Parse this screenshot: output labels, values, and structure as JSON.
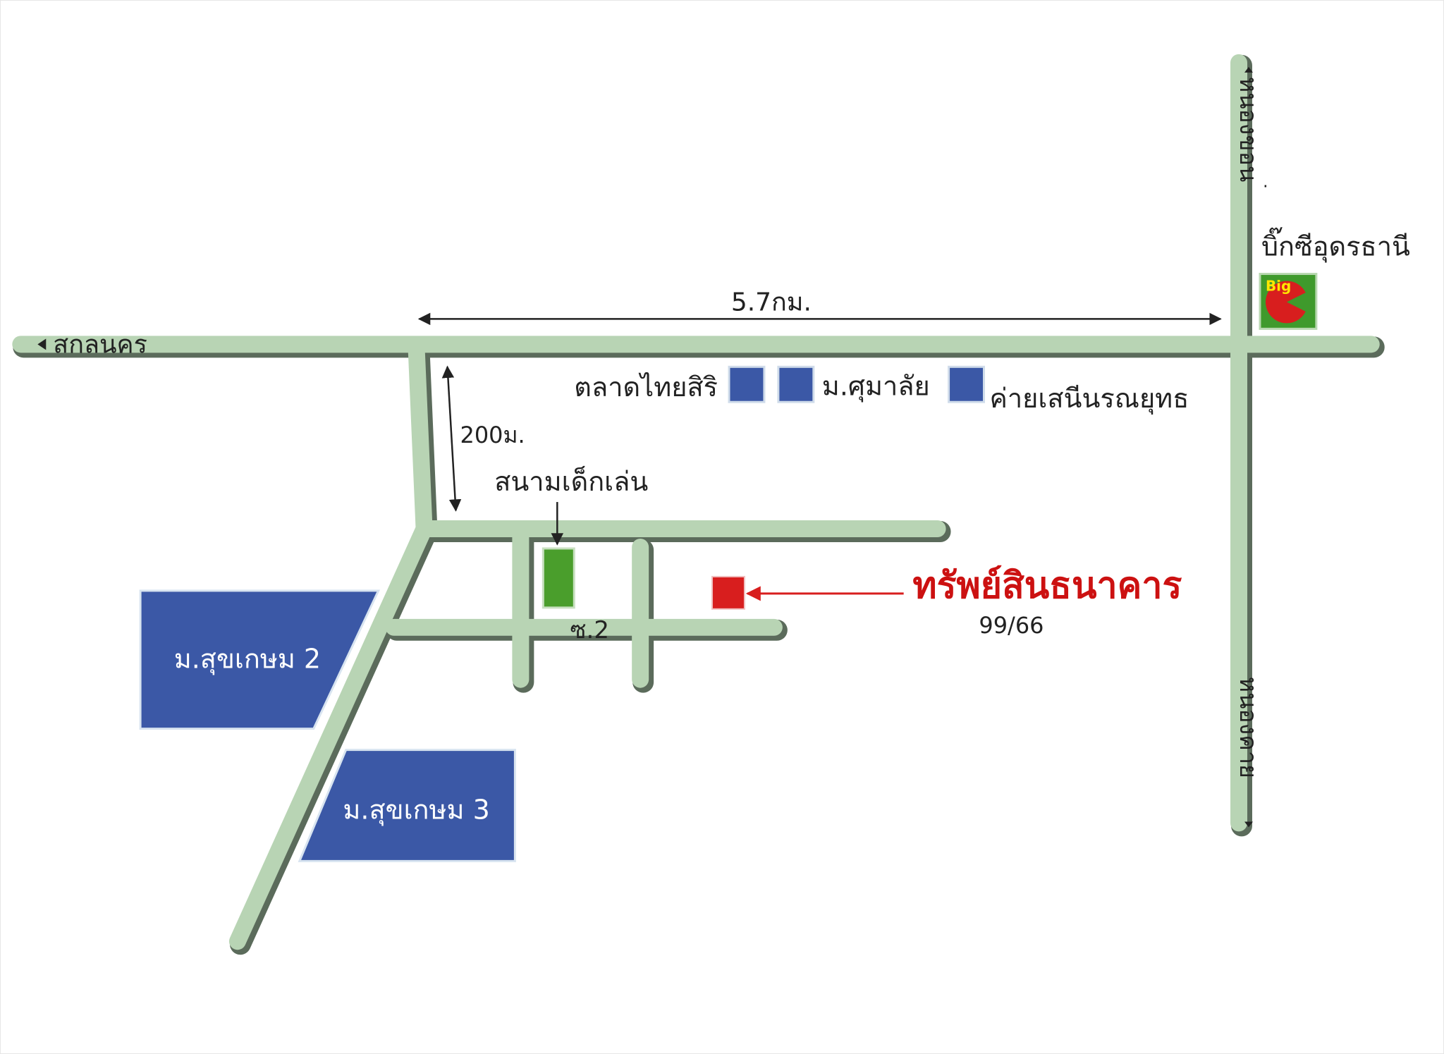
{
  "colors": {
    "road": "#b8d4b4",
    "road_shadow": "#5b6b5b",
    "block": "#3b58a6",
    "playground": "#4a9e2c",
    "property": "#d81e1e",
    "property_text": "#cc1111",
    "text": "#222222"
  },
  "roads": {
    "main_west_label": "สกลนคร",
    "vertical_north_label": "หนองขอน",
    "vertical_south_label": "หนองคาย",
    "soi_label": "ซ.2"
  },
  "distances": {
    "main_road_distance": "5.7กม.",
    "side_road_distance": "200ม."
  },
  "landmarks": {
    "bigc_label": "บิ๊กซีอุดรธานี",
    "bigc_logo_text": "Big",
    "market_label": "ตลาดไทยสิริ",
    "village_label": "ม.ศุมาลัย",
    "camp_label": "ค่ายเสนีนรณยุทธ",
    "playground_label": "สนามเด็กเล่น",
    "village2_label": "ม.สุขเกษม 2",
    "village3_label": "ม.สุขเกษม 3"
  },
  "property": {
    "name": "ทรัพย์สินธนาคาร",
    "address": "99/66"
  }
}
